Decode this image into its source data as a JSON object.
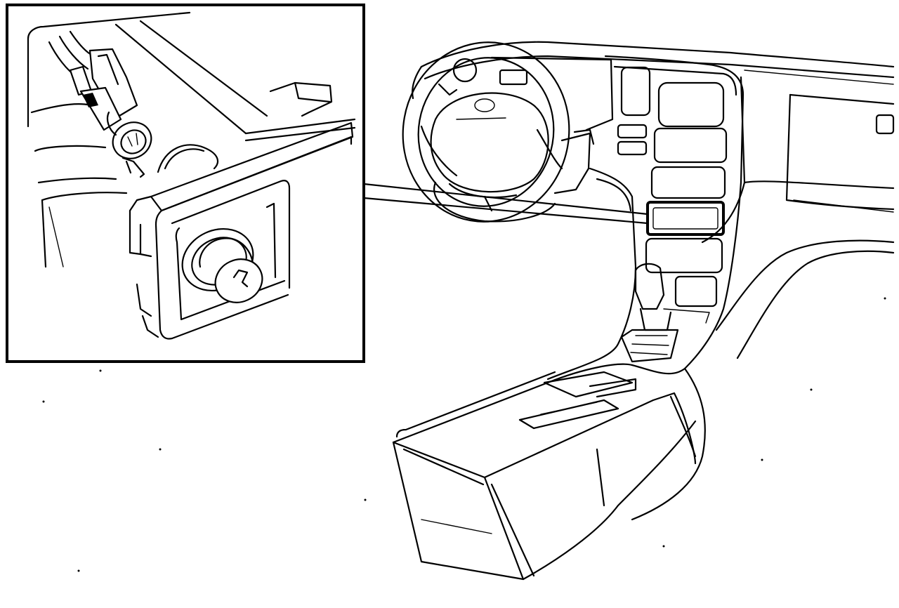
{
  "diagram": {
    "colors": {
      "line": "#000000",
      "background": "#ffffff"
    },
    "parts": [
      "inset-detail-panel",
      "wiring-connector",
      "switch-knob",
      "dashboard",
      "steering-wheel",
      "center-console",
      "highlighted-switch-location"
    ]
  }
}
